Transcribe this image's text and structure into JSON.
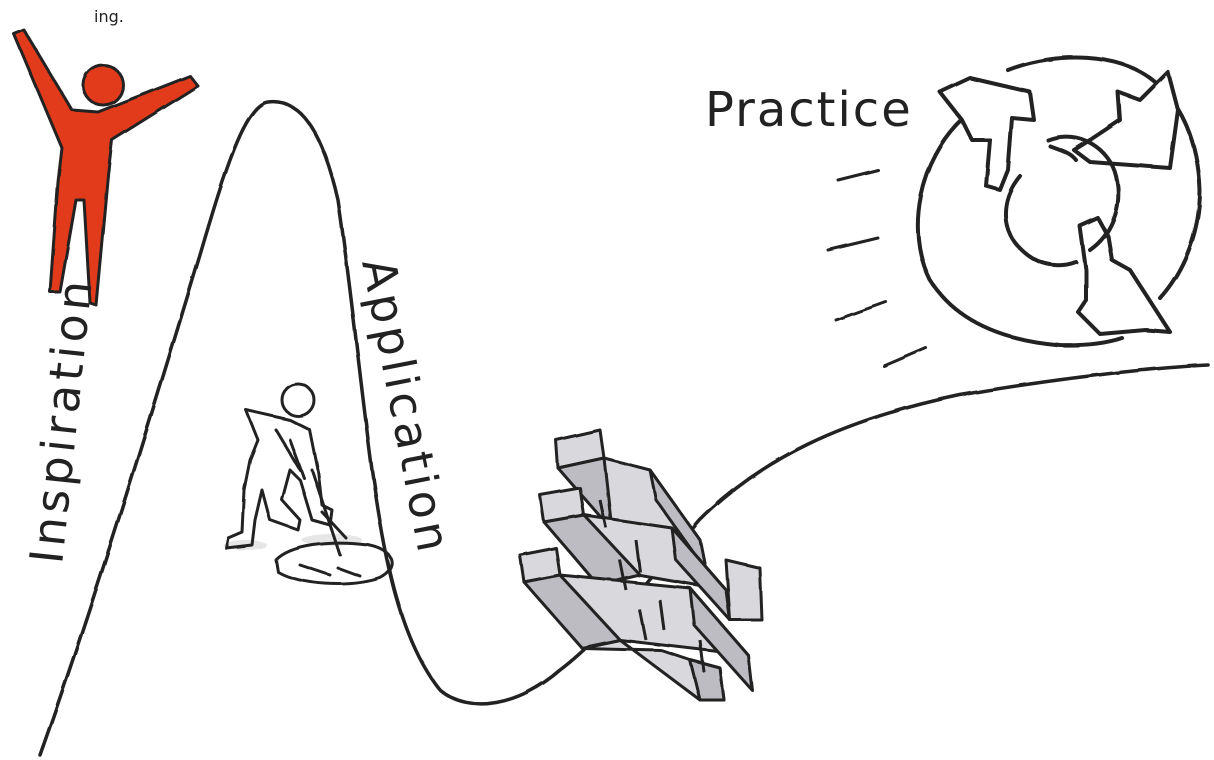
{
  "labels": {
    "top_fragment": "ing.",
    "inspiration": "Inspiration",
    "application": "Application",
    "practice": "Practice"
  },
  "colors": {
    "ink": "#222222",
    "figure_red": "#e23b1c",
    "brick_fill": "#d9d8dc",
    "brick_shadow": "#bdbcc2",
    "background": "#ffffff"
  },
  "icons": {
    "cheering_figure": "cheering-person-icon",
    "digging_figure": "person-digging-icon",
    "brick_wall": "brick-wall-icon",
    "practice_cycle": "recycle-arrows-icon"
  }
}
